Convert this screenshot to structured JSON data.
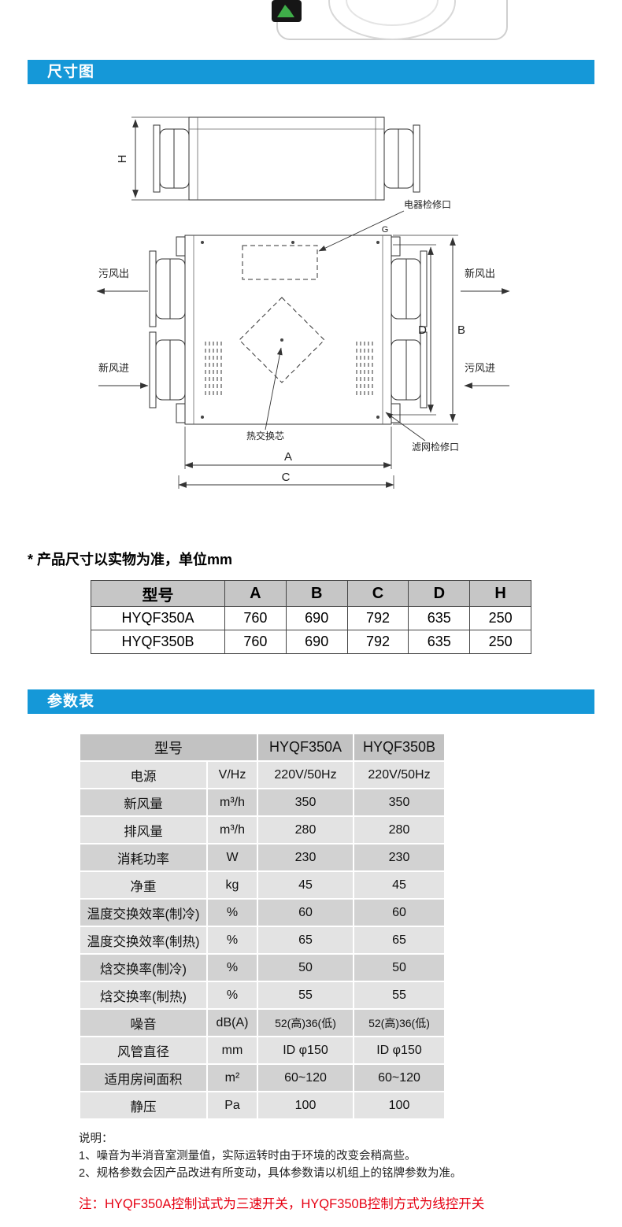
{
  "colors": {
    "accent": "#1598d8",
    "warning": "#e60012"
  },
  "section_dimension": {
    "title": "尺寸图"
  },
  "section_params": {
    "title": "参数表"
  },
  "diagram": {
    "labels": {
      "electrical_access": "电器检修口",
      "exhaust_out": "污风出",
      "fresh_out": "新风出",
      "fresh_in": "新风进",
      "exhaust_in": "污风进",
      "heat_core": "热交换芯",
      "filter_access": "滤网检修口",
      "dim_h": "H",
      "dim_a": "A",
      "dim_b": "B",
      "dim_c": "C",
      "dim_d": "D",
      "dim_g": "G"
    }
  },
  "dimension_note": "* 产品尺寸以实物为准，单位mm",
  "dimension_table": {
    "headers": [
      "型号",
      "A",
      "B",
      "C",
      "D",
      "H"
    ],
    "rows": [
      [
        "HYQF350A",
        "760",
        "690",
        "792",
        "635",
        "250"
      ],
      [
        "HYQF350B",
        "760",
        "690",
        "792",
        "635",
        "250"
      ]
    ]
  },
  "param_table": {
    "model_header": "型号",
    "model_a": "HYQF350A",
    "model_b": "HYQF350B",
    "rows": [
      {
        "name": "电源",
        "unit": "V/Hz",
        "a": "220V/50Hz",
        "b": "220V/50Hz"
      },
      {
        "name": "新风量",
        "unit": "m³/h",
        "a": "350",
        "b": "350"
      },
      {
        "name": "排风量",
        "unit": "m³/h",
        "a": "280",
        "b": "280"
      },
      {
        "name": "消耗功率",
        "unit": "W",
        "a": "230",
        "b": "230"
      },
      {
        "name": "净重",
        "unit": "kg",
        "a": "45",
        "b": "45"
      },
      {
        "name": "温度交换效率(制冷)",
        "unit": "%",
        "a": "60",
        "b": "60"
      },
      {
        "name": "温度交换效率(制热)",
        "unit": "%",
        "a": "65",
        "b": "65"
      },
      {
        "name": "焓交换率(制冷)",
        "unit": "%",
        "a": "50",
        "b": "50"
      },
      {
        "name": "焓交换率(制热)",
        "unit": "%",
        "a": "55",
        "b": "55"
      },
      {
        "name": "噪音",
        "unit": "dB(A)",
        "a": "52(高)36(低)",
        "b": "52(高)36(低)"
      },
      {
        "name": "风管直径",
        "unit": "mm",
        "a": "ID φ150",
        "b": "ID φ150"
      },
      {
        "name": "适用房间面积",
        "unit": "m²",
        "a": "60~120",
        "b": "60~120"
      },
      {
        "name": "静压",
        "unit": "Pa",
        "a": "100",
        "b": "100"
      }
    ]
  },
  "notes": {
    "title": "说明：",
    "items": [
      "1、噪音为半消音室测量值，实际运转时由于环境的改变会稍高些。",
      "2、规格参数会因产品改进有所变动，具体参数请以机组上的铭牌参数为准。"
    ],
    "warning": "注：HYQF350A控制试式为三速开关，HYQF350B控制方式为线控开关"
  }
}
